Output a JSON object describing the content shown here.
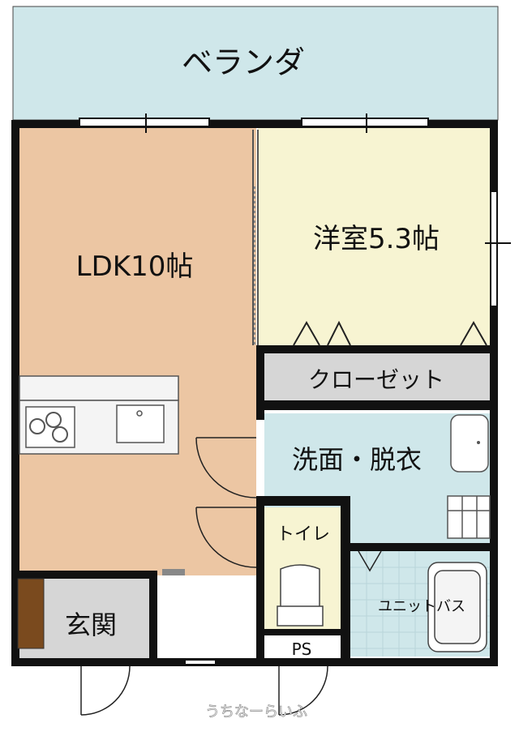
{
  "rooms": {
    "veranda": {
      "label": "ベランダ",
      "color": "#cfe7ea"
    },
    "ldk": {
      "label": "LDK10帖",
      "color": "#ecc6a3"
    },
    "western": {
      "label": "洋室5.3帖",
      "color": "#f7f4d2"
    },
    "closet": {
      "label": "クローゼット",
      "color": "#d6d6d6"
    },
    "washroom": {
      "label": "洗面・脱衣",
      "color": "#cfe7ea"
    },
    "toilet": {
      "label": "トイレ",
      "color": "#f7f4d2"
    },
    "unit_bath": {
      "label": "ユニットバス",
      "color": "#cfe7ea"
    },
    "entrance": {
      "label": "玄関",
      "color": "#d6d6d6"
    },
    "ps": {
      "label": "PS",
      "color": "#ffffff"
    }
  },
  "watermark": "うちなーらいふ",
  "colors": {
    "wall": "#111111",
    "counter": "#f4f4f4",
    "shoe_box": "#7a4a1e"
  }
}
